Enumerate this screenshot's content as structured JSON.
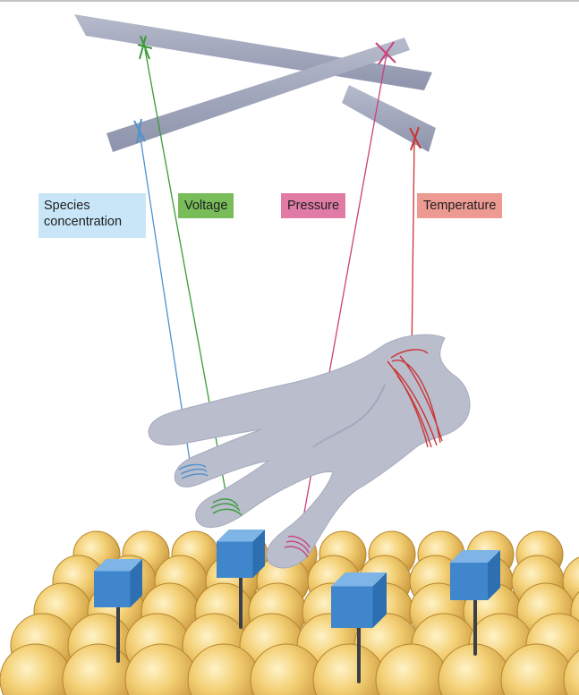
{
  "labels": {
    "species": "Species\nconcentration",
    "voltage": "Voltage",
    "pressure": "Pressure",
    "temperature": "Temperature"
  },
  "colors": {
    "species": "#4f93cc",
    "species_bg": "#c9e6f8",
    "voltage": "#3a9a3a",
    "voltage_bg": "#79bd5b",
    "pressure": "#cc3f7a",
    "pressure_bg": "#e07ba6",
    "temperature": "#cc3535",
    "temperature_bg": "#ed9a93",
    "bar": "#a0a6bd",
    "hand": "#b8bccb",
    "sphere": "#f1c76c",
    "cube": "#4a8ed1"
  },
  "icons": [
    "control-bar",
    "hand",
    "sphere-lattice",
    "cube-adsorbate",
    "string"
  ]
}
